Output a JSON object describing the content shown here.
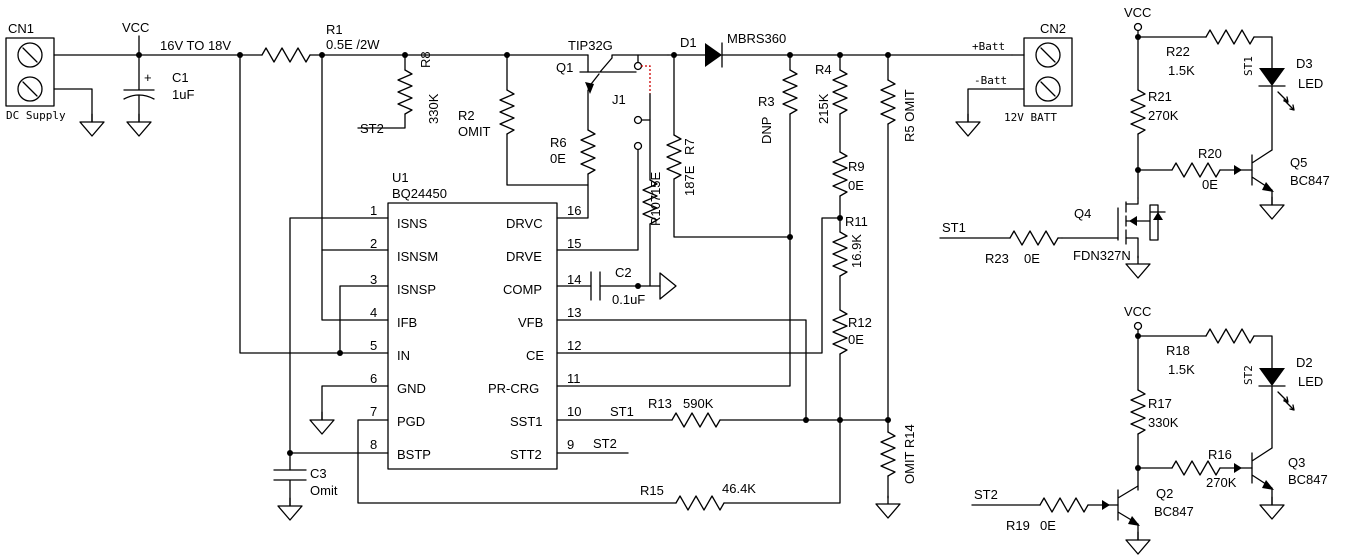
{
  "connectors": {
    "cn1": {
      "ref": "CN1",
      "desc": "DC Supply"
    },
    "cn2": {
      "ref": "CN2",
      "desc": "12V BATT",
      "pin_pos": "+Batt",
      "pin_neg": "-Batt"
    }
  },
  "net_labels": {
    "vcc": "VCC",
    "input_range": "16V TO 18V",
    "st1": "ST1",
    "st2": "ST2"
  },
  "ic": {
    "ref": "U1",
    "part": "BQ24450",
    "left_pins": [
      {
        "num": "1",
        "name": "ISNS"
      },
      {
        "num": "2",
        "name": "ISNSM"
      },
      {
        "num": "3",
        "name": "ISNSP"
      },
      {
        "num": "4",
        "name": "IFB"
      },
      {
        "num": "5",
        "name": "IN"
      },
      {
        "num": "6",
        "name": "GND"
      },
      {
        "num": "7",
        "name": "PGD"
      },
      {
        "num": "8",
        "name": "BSTP"
      }
    ],
    "right_pins": [
      {
        "num": "16",
        "name": "DRVC"
      },
      {
        "num": "15",
        "name": "DRVE"
      },
      {
        "num": "14",
        "name": "COMP"
      },
      {
        "num": "13",
        "name": "VFB"
      },
      {
        "num": "12",
        "name": "CE"
      },
      {
        "num": "11",
        "name": "PR-CRG"
      },
      {
        "num": "10",
        "name": "SST1"
      },
      {
        "num": "9",
        "name": "STT2"
      }
    ]
  },
  "components": {
    "c1": {
      "ref": "C1",
      "value": "1uF",
      "plus": "+"
    },
    "c2": {
      "ref": "C2",
      "value": "0.1uF"
    },
    "c3": {
      "ref": "C3",
      "value": "Omit"
    },
    "r1": {
      "ref": "R1",
      "value": "0.5E /2W"
    },
    "r2": {
      "ref": "R2",
      "value": "OMIT"
    },
    "r3": {
      "ref": "R3",
      "value": "DNP"
    },
    "r4": {
      "ref": "R4",
      "value": "215K"
    },
    "r5": {
      "ref": "R5 OMIT"
    },
    "r6": {
      "ref": "R6",
      "value": "0E"
    },
    "r7": {
      "ref": "R7",
      "value": "187E"
    },
    "r8": {
      "ref": "R8",
      "value": "330K"
    },
    "r9": {
      "ref": "R9",
      "value": "0E"
    },
    "r10": {
      "ref": "R10715E"
    },
    "r11": {
      "ref": "R11",
      "value": "16.9K"
    },
    "r12": {
      "ref": "R12",
      "value": "0E"
    },
    "r13": {
      "ref": "R13",
      "value": "590K"
    },
    "r14": {
      "ref": "OMIT R14"
    },
    "r15": {
      "ref": "R15",
      "value": "46.4K"
    },
    "r16": {
      "ref": "R16",
      "value": "270K"
    },
    "r17": {
      "ref": "R17",
      "value": "330K"
    },
    "r18": {
      "ref": "R18",
      "value": "1.5K"
    },
    "r19": {
      "ref": "R19",
      "value": "0E"
    },
    "r20": {
      "ref": "R20",
      "value": "0E"
    },
    "r21": {
      "ref": "R21",
      "value": "270K"
    },
    "r22": {
      "ref": "R22",
      "value": "1.5K"
    },
    "r23": {
      "ref": "R23",
      "value": "0E"
    },
    "q1": {
      "ref": "Q1",
      "part": "TIP32G"
    },
    "q2": {
      "ref": "Q2",
      "part": "BC847"
    },
    "q3": {
      "ref": "Q3",
      "part": "BC847"
    },
    "q4": {
      "ref": "Q4",
      "part": "FDN327N"
    },
    "q5": {
      "ref": "Q5",
      "part": "BC847"
    },
    "d1": {
      "ref": "D1",
      "part": "MBRS360"
    },
    "d2": {
      "ref": "D2",
      "part": "LED",
      "net": "ST2"
    },
    "d3": {
      "ref": "D3",
      "part": "LED",
      "net": "ST1"
    },
    "j1": {
      "ref": "J1"
    }
  }
}
